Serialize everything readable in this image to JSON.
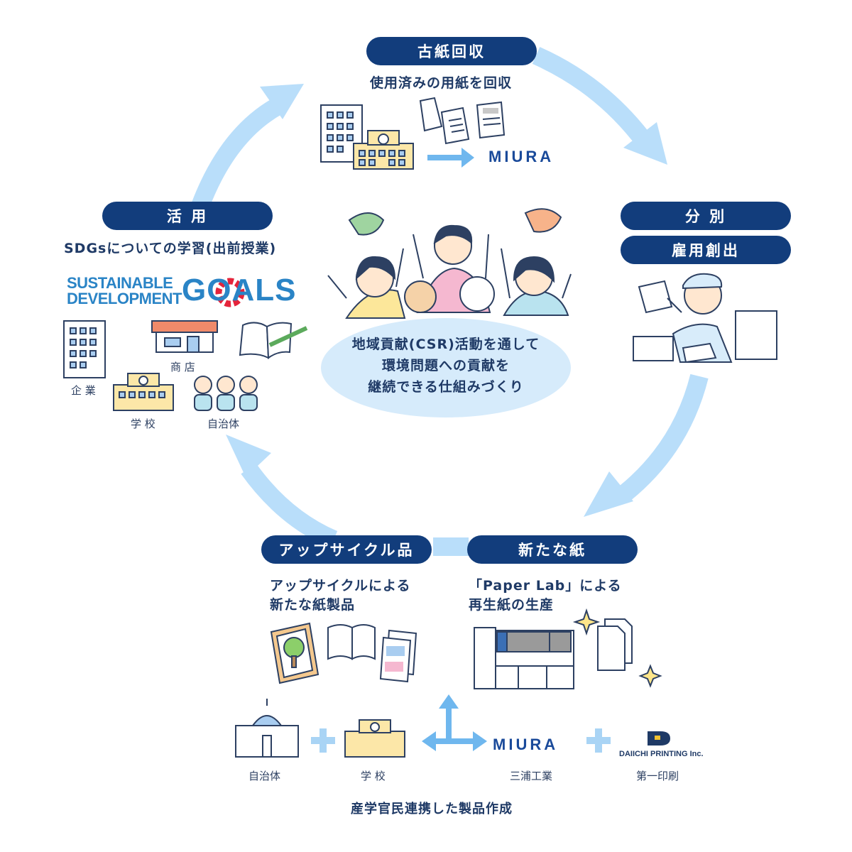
{
  "steps": {
    "collect": {
      "title": "古紙回収",
      "caption": "使用済みの用紙を回収",
      "logo": "MIURA"
    },
    "sort": {
      "title": "分 別",
      "title2": "雇用創出"
    },
    "newpaper": {
      "title": "新たな紙",
      "caption_line1": "「Paper Lab」による",
      "caption_line2": "再生紙の生産"
    },
    "upcycle": {
      "title": "アップサイクル品",
      "caption_line1": "アップサイクルによる",
      "caption_line2": "新たな紙製品"
    },
    "use": {
      "title": "活 用",
      "caption": "SDGsについての学習(出前授業)",
      "sdgs_line1": "SUSTAINABLE",
      "sdgs_line2": "DEVELOPMENT",
      "sdgs_goals": "GOALS",
      "labels": {
        "company": "企 業",
        "shop": "商 店",
        "school": "学 校",
        "municipality": "自治体"
      }
    }
  },
  "center": {
    "line1": "地域貢献(CSR)活動を通して",
    "line2": "環境問題への貢献を",
    "line3": "継続できる仕組みづくり"
  },
  "partners": {
    "municipality": "自治体",
    "school": "学 校",
    "miura_logo": "MIURA",
    "miura": "三浦工業",
    "daiichi_logo": "DAIICHI PRINTING Inc.",
    "daiichi": "第一印刷",
    "caption": "産学官民連携した製品作成"
  },
  "colors": {
    "navy": "#123d7c",
    "cycle_arrow": "#b9defa",
    "text": "#1f3a66",
    "cloud": "#d6ebfb"
  }
}
